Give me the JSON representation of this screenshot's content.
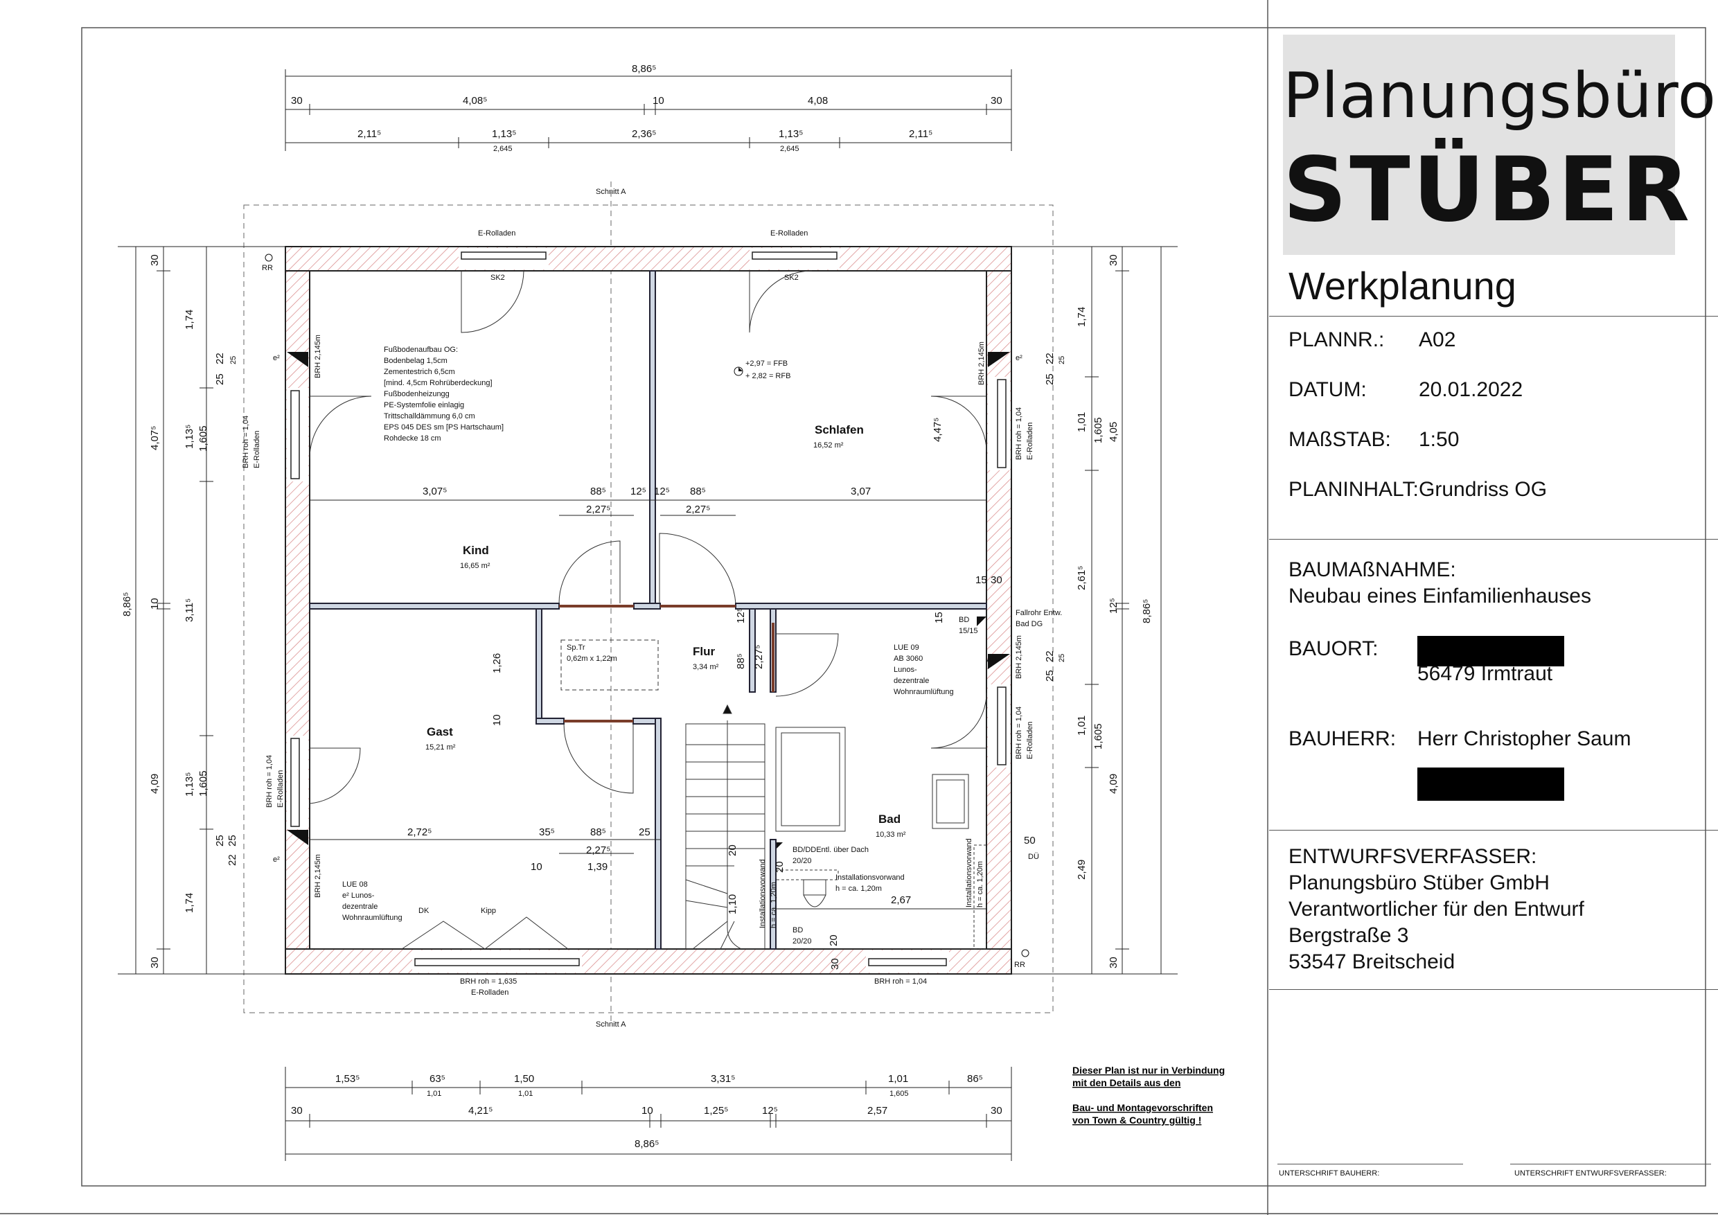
{
  "title_block": {
    "logo_line1": "Planungsbüro",
    "logo_line2": "STÜBER",
    "heading": "Werkplanung",
    "fields": [
      {
        "key": "PLANNR.:",
        "value": "A02"
      },
      {
        "key": "DATUM:",
        "value": "20.01.2022"
      },
      {
        "key": "MAßSTAB:",
        "value": "1:50"
      },
      {
        "key": "PLANINHALT:",
        "value": "Grundriss OG"
      }
    ],
    "baumassnahme_label": "BAUMAßNAHME:",
    "baumassnahme_value": "Neubau eines Einfamilienhauses",
    "bauort_label": "BAUORT:",
    "bauort_value": "56479 Irmtraut",
    "bauherr_label": "BAUHERR:",
    "bauherr_value": "Herr Christopher Saum",
    "verfasser_label": "ENTWURFSVERFASSER:",
    "verfasser_lines": [
      "Planungsbüro Stüber GmbH",
      "Verantwortlicher für den Entwurf",
      "Bergstraße 3",
      "53547 Breitscheid"
    ],
    "sig_bauherr": "UNTERSCHRIFT BAUHERR:",
    "sig_verfasser": "UNTERSCHRIFT ENTWURFSVERFASSER:"
  },
  "plan": {
    "rooms": [
      {
        "name": "Schlafen",
        "area": "16,52 m²"
      },
      {
        "name": "Kind",
        "area": "16,65 m²"
      },
      {
        "name": "Gast",
        "area": "15,21 m²"
      },
      {
        "name": "Flur",
        "area": "3,34 m²"
      },
      {
        "name": "Bad",
        "area": "10,33 m²"
      }
    ],
    "floor_build": [
      "Fußbodenaufbau OG:",
      "Bodenbelag 1,5cm",
      "Zementestrich 6,5cm",
      "[mind. 4,5cm Rohrüberdeckung]",
      "Fußbodenheizungg",
      "PE-Systemfolie einlagig",
      "Trittschalldämmung 6,0 cm",
      "EPS 045 DES sm [PS Hartschaum]",
      "Rohdecke 18 cm"
    ],
    "level_ffb": "+2,97 = FFB",
    "level_rfb": "+ 2,82 = RFB",
    "lue09": [
      "LUE 09",
      "AB 3060",
      "Lunos-",
      "dezentrale",
      "Wohnraumlüftung"
    ],
    "lue08": [
      "LUE 08",
      "e² Lunos-",
      "dezentrale",
      "Wohnraumlüftung"
    ],
    "sptr": [
      "Sp.Tr",
      "0,62m x 1,22m"
    ],
    "labels": {
      "erolladen": "E-Rolladen",
      "sk2": "SK2",
      "schnitt": "Schnitt A",
      "rr": "RR",
      "brh_145": "BRH 2,145m",
      "brh_104": "BRH roh = 1,04",
      "brh_1635": "BRH roh = 1,635",
      "fallrohr1": "Fallrohr Entw.",
      "fallrohr2": "Bad DG",
      "bd": "BD",
      "bd1515": "15/15",
      "ab": "AB",
      "bddd": "BD/DDEntl. über Dach",
      "bd2020": "20/20",
      "install": "Installationsvorwand",
      "install_h": "h = ca. 1,20m",
      "dk": "DK",
      "kipp": "Kipp",
      "du": "DÜ",
      "e2": "e²"
    },
    "note": [
      "Dieser Plan ist nur in Verbindung",
      "mit den Details aus den",
      "Bau- und Montagevorschriften",
      "von Town & Country gültig !"
    ],
    "dims_top": {
      "total": "8,86⁵",
      "r2": [
        "30",
        "4,08⁵",
        "10",
        "4,08",
        "30"
      ],
      "r3": [
        "2,11⁵",
        "1,13⁵",
        "2,36⁵",
        "1,13⁵",
        "2,11⁵"
      ],
      "r3sub": [
        "2,645",
        "2,645"
      ]
    },
    "dims_bottom": {
      "r1": [
        "1,53⁵",
        "63⁵",
        "1,50",
        "3,31⁵",
        "1,01",
        "86⁵"
      ],
      "r1sub": [
        "1,01",
        "1,01",
        "1,605"
      ],
      "r2": [
        "30",
        "4,21⁵",
        "10",
        "1,25⁵",
        "12⁵",
        "2,57",
        "30"
      ],
      "total": "8,86⁵"
    },
    "dims_left": {
      "total": "8,86⁵",
      "r2": [
        "30",
        "4,07⁵",
        "10",
        "4,09",
        "30"
      ],
      "r3": [
        "1,74",
        "1,13⁵",
        "3,11⁵",
        "1,13⁵",
        "1,74"
      ],
      "r3sub": [
        "1,605",
        "1,605"
      ],
      "small": [
        "25",
        "22",
        "25",
        "25",
        "25",
        "22",
        "10",
        "1,26"
      ]
    },
    "dims_right": {
      "total": "8,86⁵",
      "r2": [
        "30",
        "4,05",
        "12⁵",
        "4,09",
        "30"
      ],
      "r3": [
        "1,74",
        "1,01",
        "2,61⁵",
        "1,01",
        "2,49"
      ],
      "r3sub": [
        "1,605",
        "1,605"
      ],
      "small": [
        "25",
        "22",
        "25",
        "25",
        "22",
        "25",
        "4,47⁵",
        "50"
      ]
    },
    "dims_inner": [
      "3,07⁵",
      "88⁵",
      "12⁵",
      "12⁵",
      "88⁵",
      "3,07",
      "2,27⁵",
      "2,27⁵",
      "2,72⁵",
      "35⁵",
      "88⁵",
      "25",
      "2,27⁵",
      "1,39",
      "10",
      "15",
      "30",
      "15",
      "12⁵",
      "88⁵",
      "2,27⁵",
      "20",
      "1,10",
      "2,67",
      "20",
      "30",
      "20"
    ]
  }
}
